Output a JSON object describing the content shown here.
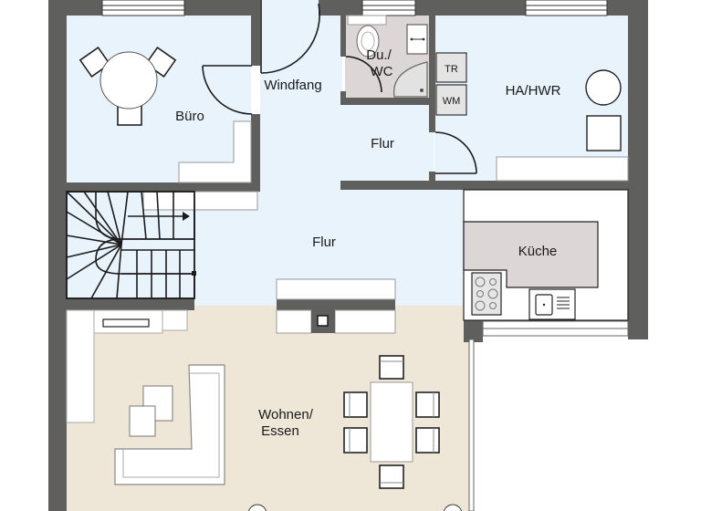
{
  "plan": {
    "colors": {
      "wall": "#5f5f5d",
      "room_blue": "#e8f3fb",
      "room_beige": "#eee6d6",
      "room_grey": "#dcd6d6",
      "furniture": "#ffffff",
      "line": "#1c1c1c"
    },
    "rooms": [
      {
        "id": "buero",
        "label": "Büro"
      },
      {
        "id": "windfang",
        "label": "Windfang"
      },
      {
        "id": "du_wc",
        "label_line1": "Du./",
        "label_line2": "WC"
      },
      {
        "id": "ha_hwr",
        "label": "HA/HWR"
      },
      {
        "id": "flur_upper",
        "label": "Flur"
      },
      {
        "id": "flur_main",
        "label": "Flur"
      },
      {
        "id": "kueche",
        "label": "Küche"
      },
      {
        "id": "wohnen_essen",
        "label_line1": "Wohnen/",
        "label_line2": "Essen"
      }
    ],
    "appliances": {
      "dryer": "TR",
      "washer": "WM"
    }
  }
}
